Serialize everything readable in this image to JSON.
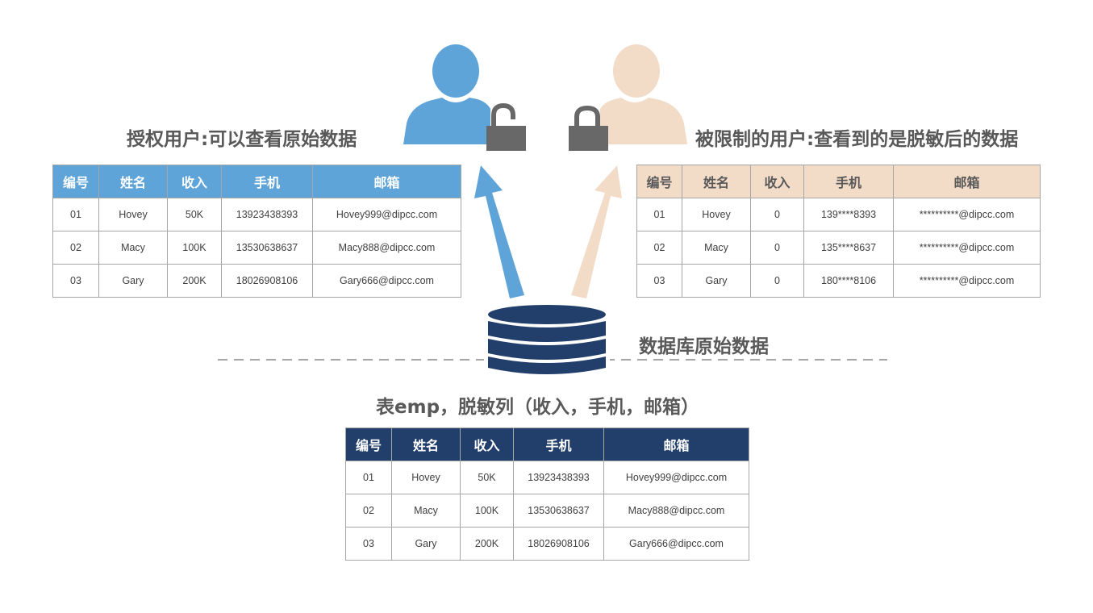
{
  "authorized": {
    "title": "授权用户:可以查看原始数据",
    "icon": "user-icon",
    "lock_icon": "unlocked-padlock-icon",
    "color": "#5ea4d8"
  },
  "restricted": {
    "title": "被限制的用户:查看到的是脱敏后的数据",
    "icon": "user-icon",
    "lock_icon": "locked-padlock-icon",
    "color": "#f2dcc8"
  },
  "database": {
    "label": "数据库原始数据",
    "icon": "database-icon",
    "color": "#223f6b"
  },
  "base_table": {
    "title": "表emp，脱敏列（收入，手机，邮箱）"
  },
  "columns": [
    "编号",
    "姓名",
    "收入",
    "手机",
    "邮箱"
  ],
  "tables": {
    "authorized_rows": [
      [
        "01",
        "Hovey",
        "50K",
        "13923438393",
        "Hovey999@dipcc.com"
      ],
      [
        "02",
        "Macy",
        "100K",
        "13530638637",
        "Macy888@dipcc.com"
      ],
      [
        "03",
        "Gary",
        "200K",
        "18026908106",
        "Gary666@dipcc.com"
      ]
    ],
    "restricted_rows": [
      [
        "01",
        "Hovey",
        "0",
        "139****8393",
        "**********@dipcc.com"
      ],
      [
        "02",
        "Macy",
        "0",
        "135****8637",
        "**********@dipcc.com"
      ],
      [
        "03",
        "Gary",
        "0",
        "180****8106",
        "**********@dipcc.com"
      ]
    ],
    "base_rows": [
      [
        "01",
        "Hovey",
        "50K",
        "13923438393",
        "Hovey999@dipcc.com"
      ],
      [
        "02",
        "Macy",
        "100K",
        "13530638637",
        "Macy888@dipcc.com"
      ],
      [
        "03",
        "Gary",
        "200K",
        "18026908106",
        "Gary666@dipcc.com"
      ]
    ]
  }
}
